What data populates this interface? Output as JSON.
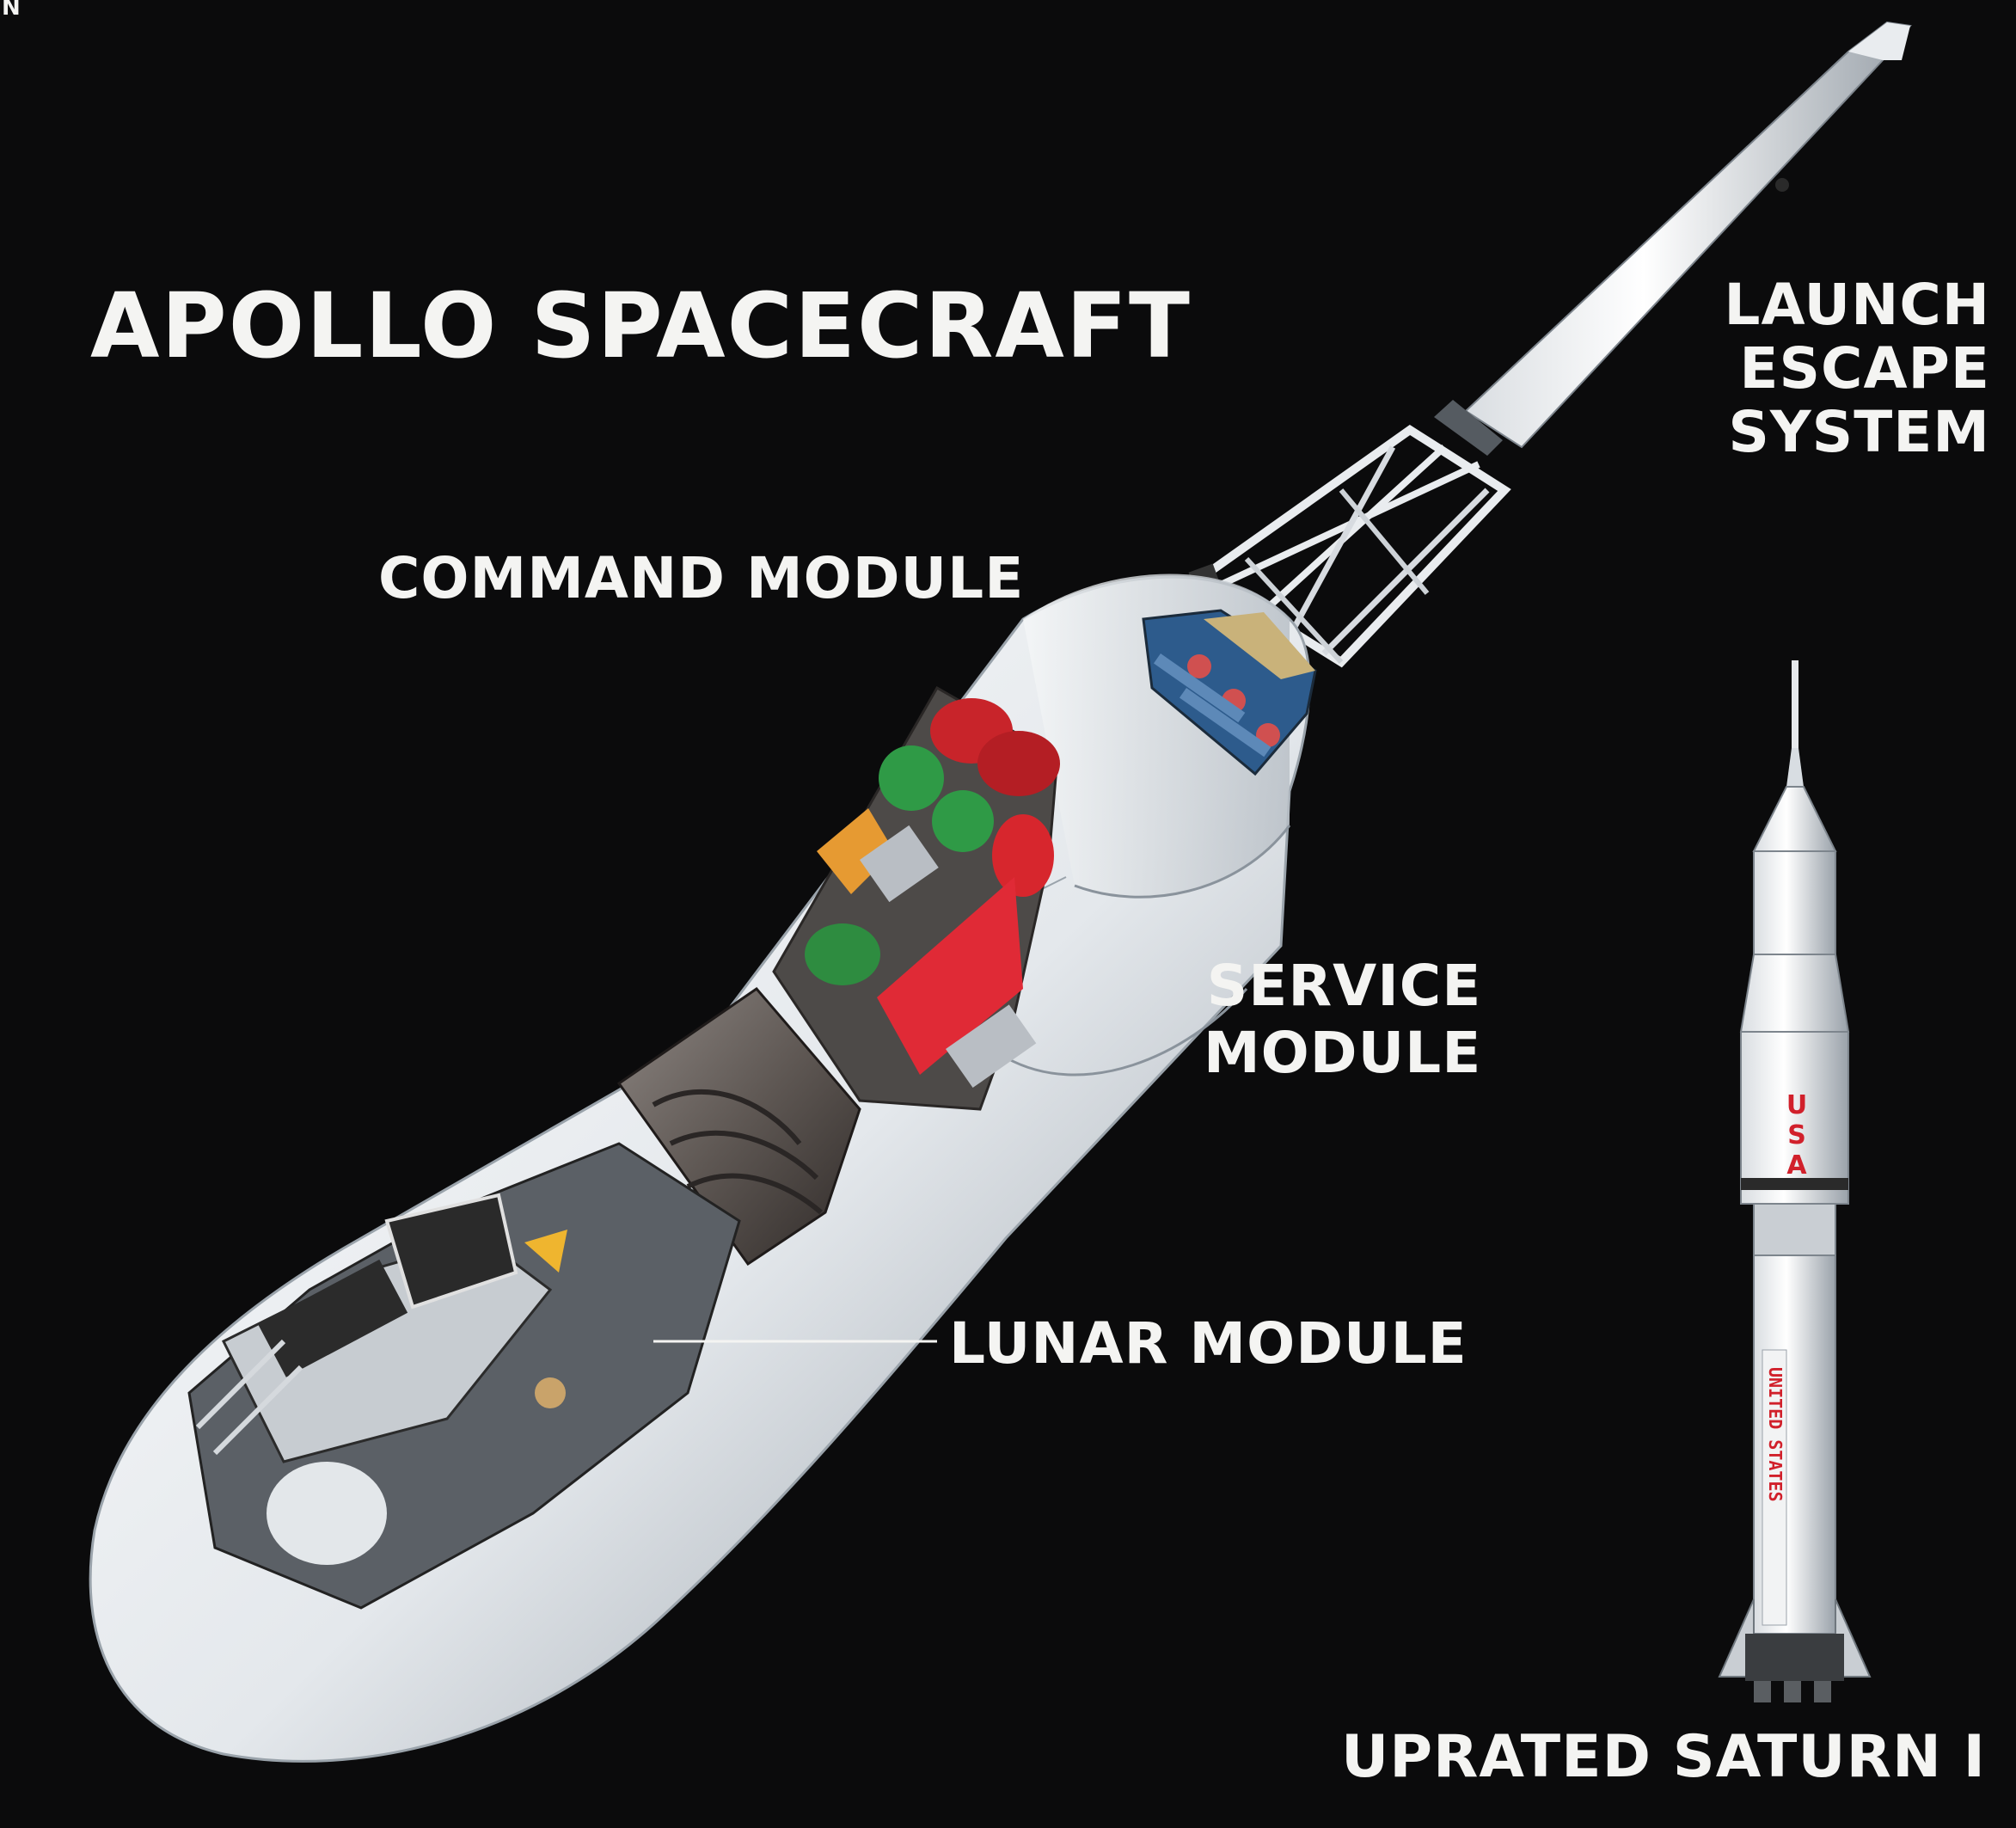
{
  "corner_mark": "N",
  "title": "APOLLO SPACECRAFT",
  "labels": {
    "launch_escape_system": [
      "LAUNCH",
      "ESCAPE",
      "SYSTEM"
    ],
    "command_module": "COMMAND MODULE",
    "service_module": [
      "SERVICE",
      "MODULE"
    ],
    "lunar_module": "LUNAR MODULE",
    "uprated_saturn": "UPRATED SATURN I"
  },
  "rocket_markings": {
    "usa": [
      "U",
      "S",
      "A"
    ],
    "united_states": "UNITED STATES"
  },
  "colors": {
    "background": "#0b0b0c",
    "text": "#f4f4f2",
    "marking_red": "#d1202b"
  }
}
